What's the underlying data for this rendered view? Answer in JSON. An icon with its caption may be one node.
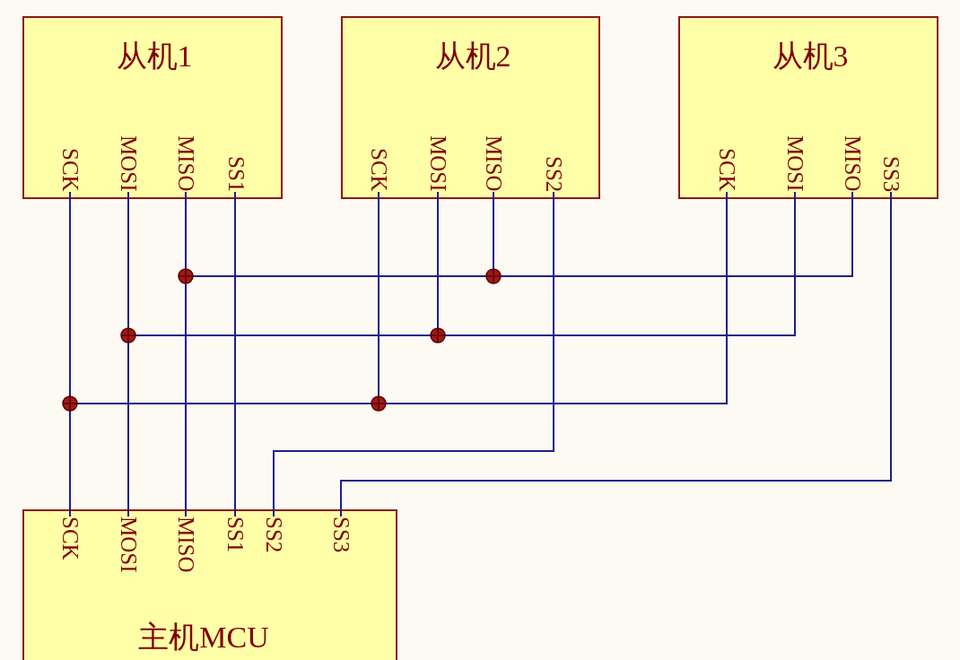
{
  "diagram": {
    "nodes": [
      {
        "text": [
          "从机1"
        ]
      },
      {
        "text": [
          "SCK"
        ],
        "in": 0
      },
      {
        "text": [
          "MOSI"
        ],
        "in": 0
      },
      {
        "text": [
          "MISO"
        ],
        "in": 0
      },
      {
        "text": [
          "SS1"
        ],
        "in": 0
      },
      {
        "text": [
          "从机2"
        ]
      },
      {
        "text": [
          "SCK"
        ],
        "in": 5
      },
      {
        "text": [
          "MOSI"
        ],
        "in": 5
      },
      {
        "text": [
          "MISO"
        ],
        "in": 5
      },
      {
        "text": [
          "SS2"
        ],
        "in": 5
      },
      {
        "text": [
          "从机3"
        ]
      },
      {
        "text": [
          "SCK"
        ],
        "in": 10
      },
      {
        "text": [
          "MOSI"
        ],
        "in": 10
      },
      {
        "text": [
          "MISO"
        ],
        "in": 10
      },
      {
        "text": [
          "SS3"
        ],
        "in": 10
      },
      {
        "text": [
          "主机MCU"
        ]
      },
      {
        "text": [
          "SCK"
        ],
        "in": 15
      },
      {
        "text": [
          "MOSI"
        ],
        "in": 15
      },
      {
        "text": [
          "MISO"
        ],
        "in": 15
      },
      {
        "text": [
          "SS1"
        ],
        "in": 15
      },
      {
        "text": [
          "SS2"
        ],
        "in": 15
      },
      {
        "text": [
          "SS3"
        ],
        "in": 15
      }
    ],
    "edges": [
      {
        "from": 16,
        "to": 1,
        "arrow": "none"
      },
      {
        "from": 16,
        "to": 6,
        "arrow": "none"
      },
      {
        "from": 16,
        "to": 11,
        "arrow": "none"
      },
      {
        "from": 17,
        "to": 2,
        "arrow": "none"
      },
      {
        "from": 17,
        "to": 7,
        "arrow": "none"
      },
      {
        "from": 17,
        "to": 12,
        "arrow": "none"
      },
      {
        "from": 18,
        "to": 3,
        "arrow": "none"
      },
      {
        "from": 18,
        "to": 8,
        "arrow": "none"
      },
      {
        "from": 18,
        "to": 13,
        "arrow": "none"
      },
      {
        "from": 19,
        "to": 4,
        "arrow": "none"
      },
      {
        "from": 20,
        "to": 9,
        "arrow": "none"
      },
      {
        "from": 21,
        "to": 14,
        "arrow": "none"
      }
    ]
  }
}
